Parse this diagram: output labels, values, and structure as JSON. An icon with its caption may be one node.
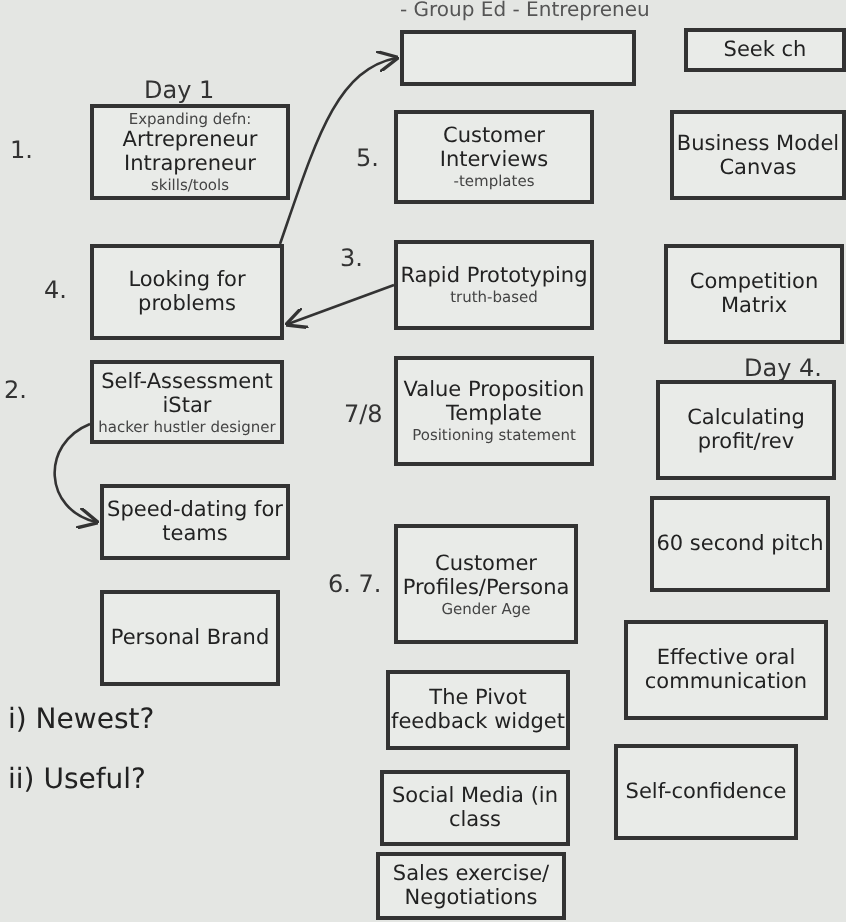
{
  "diagram": {
    "title": "- Group Ed - Entrepreneu",
    "nodes": [
      {
        "text": [
          "Expanding defn:",
          "Artrepreneur Intrapreneur",
          "skills/tools"
        ],
        "beside": [
          "Day 1",
          "1."
        ]
      },
      {
        "text": [
          "Looking for problems"
        ],
        "beside": [
          "4."
        ]
      },
      {
        "text": [
          "Self-Assessment iStar",
          "hacker hustler designer"
        ],
        "beside": [
          "2."
        ]
      },
      {
        "text": [
          "Speed-dating for teams"
        ]
      },
      {
        "text": [
          "Personal Brand"
        ]
      },
      {
        "text": [],
        "shape": "box"
      },
      {
        "text": [
          "Customer Interviews",
          "-templates"
        ],
        "beside": [
          "5."
        ]
      },
      {
        "text": [
          "Rapid Prototyping",
          "truth-based"
        ],
        "beside": [
          "3."
        ]
      },
      {
        "text": [
          "Value Proposition Template",
          "Positioning statement"
        ],
        "beside": [
          "7/8"
        ]
      },
      {
        "text": [
          "Customer Profiles/Persona",
          "Gender Age"
        ],
        "beside": [
          "6. 7."
        ]
      },
      {
        "text": [
          "The Pivot feedback widget"
        ]
      },
      {
        "text": [
          "Social Media (in class"
        ]
      },
      {
        "text": [
          "Sales exercise/ Negotiations"
        ]
      },
      {
        "text": [
          "Seek ch"
        ]
      },
      {
        "text": [
          "Business Model Canvas"
        ]
      },
      {
        "text": [
          "Competition Matrix"
        ]
      },
      {
        "text": [
          "Calculating profit/rev"
        ],
        "beside": [
          "Day 4."
        ]
      },
      {
        "text": [
          "60 second pitch"
        ]
      },
      {
        "text": [
          "Effective oral communication"
        ]
      },
      {
        "text": [
          "Self-confidence"
        ]
      }
    ],
    "edges": [
      {
        "from": 1,
        "to": 5,
        "arrow": "to"
      },
      {
        "from": 7,
        "to": 1,
        "arrow": "to"
      },
      {
        "from": 2,
        "to": 3,
        "arrow": "to"
      }
    ],
    "labels": [
      "i) Newest?",
      "ii) Useful?"
    ]
  }
}
